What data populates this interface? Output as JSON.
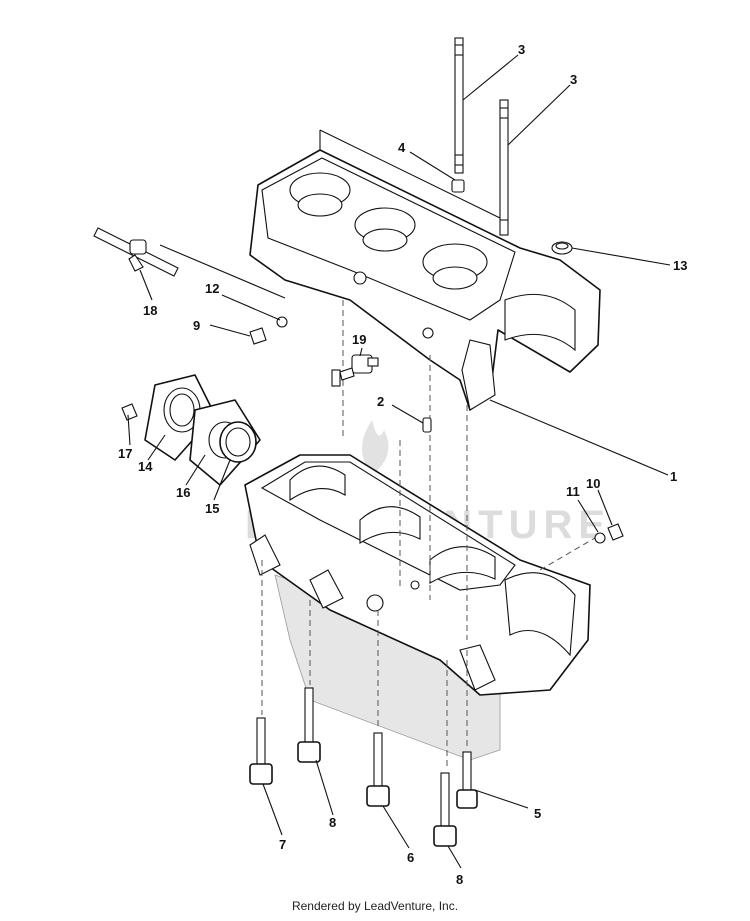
{
  "diagram": {
    "watermark_text": "LEADVENTURE",
    "callouts": [
      {
        "id": "c3a",
        "label": "3"
      },
      {
        "id": "c3b",
        "label": "3"
      },
      {
        "id": "c4",
        "label": "4"
      },
      {
        "id": "c13",
        "label": "13"
      },
      {
        "id": "c18",
        "label": "18"
      },
      {
        "id": "c12",
        "label": "12"
      },
      {
        "id": "c9",
        "label": "9"
      },
      {
        "id": "c19",
        "label": "19"
      },
      {
        "id": "c2",
        "label": "2"
      },
      {
        "id": "c1",
        "label": "1"
      },
      {
        "id": "c17",
        "label": "17"
      },
      {
        "id": "c14",
        "label": "14"
      },
      {
        "id": "c16",
        "label": "16"
      },
      {
        "id": "c15",
        "label": "15"
      },
      {
        "id": "c11",
        "label": "11"
      },
      {
        "id": "c10",
        "label": "10"
      },
      {
        "id": "c5",
        "label": "5"
      },
      {
        "id": "c8a",
        "label": "8"
      },
      {
        "id": "c7",
        "label": "7"
      },
      {
        "id": "c6",
        "label": "6"
      },
      {
        "id": "c8b",
        "label": "8"
      }
    ]
  },
  "footer": {
    "credit": "Rendered by LeadVenture, Inc."
  }
}
